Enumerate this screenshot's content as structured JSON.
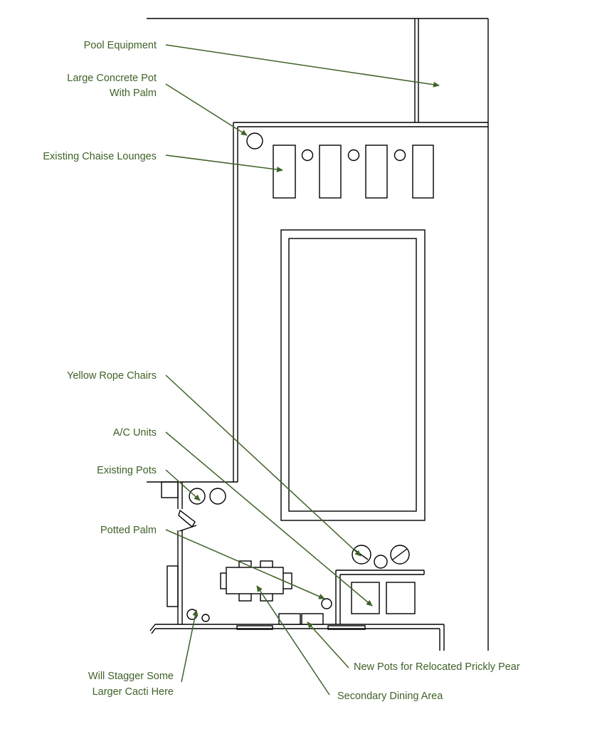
{
  "colors": {
    "annotation": "#3F6228",
    "lines": "#000000",
    "background": "#ffffff"
  },
  "labels": {
    "pool_equipment": "Pool Equipment",
    "concrete_pot_1": "Large Concrete Pot",
    "concrete_pot_2": "With Palm",
    "chaise_lounges": "Existing Chaise Lounges",
    "rope_chairs": "Yellow Rope Chairs",
    "ac_units": "A/C Units",
    "existing_pots": "Existing Pots",
    "potted_palm": "Potted Palm",
    "cacti_1": "Will Stagger Some",
    "cacti_2": "Larger Cacti Here",
    "new_pots": "New Pots for Relocated Prickly Pear",
    "dining": "Secondary Dining Area"
  }
}
